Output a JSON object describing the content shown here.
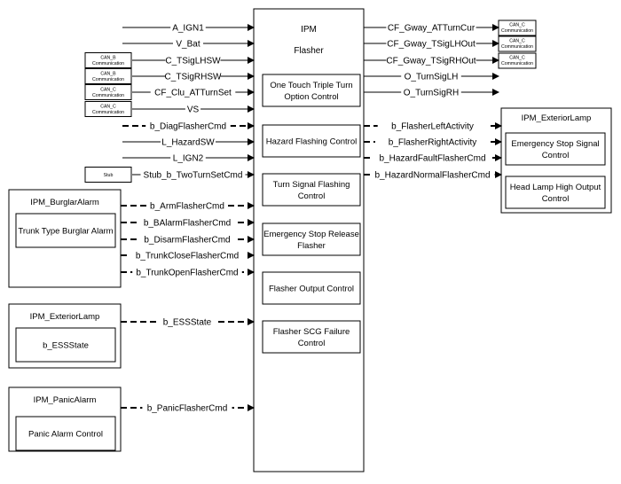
{
  "main_block": {
    "title": "IPM",
    "subtitle": "Flasher",
    "functions": [
      [
        "One Touch Triple Turn",
        "Option Control"
      ],
      [
        "Hazard Flashing Control"
      ],
      [
        "Turn Signal Flashing",
        "Control"
      ],
      [
        "Emergency Stop Release",
        "Flasher"
      ],
      [
        "Flasher Output Control"
      ],
      [
        "Flasher SCG Failure",
        "Control"
      ]
    ]
  },
  "inputs": [
    {
      "label": "A_IGN1",
      "style": "solid",
      "source": ""
    },
    {
      "label": "V_Bat",
      "style": "solid",
      "source": ""
    },
    {
      "label": "C_TSigLHSW",
      "style": "solid",
      "source": "CAN_B Communication"
    },
    {
      "label": "C_TSigRHSW",
      "style": "solid",
      "source": "CAN_B Communication"
    },
    {
      "label": "CF_Clu_ATTurnSet",
      "style": "solid",
      "source": "CAN_C Communication"
    },
    {
      "label": "VS",
      "style": "solid",
      "source": "CAN_C Communication"
    },
    {
      "label": "b_DiagFlasherCmd",
      "style": "dashed",
      "source": ""
    },
    {
      "label": "L_HazardSW",
      "style": "solid",
      "source": ""
    },
    {
      "label": "L_IGN2",
      "style": "solid",
      "source": ""
    },
    {
      "label": "Stub_b_TwoTurnSetCmd",
      "style": "solid",
      "source": "Stub"
    }
  ],
  "outputs": [
    {
      "label": "CF_Gway_ATTurnCur",
      "style": "solid",
      "target": "CAN_C Communication"
    },
    {
      "label": "CF_Gway_TSigLHOut",
      "style": "solid",
      "target": "CAN_C Communication"
    },
    {
      "label": "CF_Gway_TSigRHOut",
      "style": "solid",
      "target": "CAN_C Communication"
    },
    {
      "label": "O_TurnSigLH",
      "style": "solid",
      "target": ""
    },
    {
      "label": "O_TurnSigRH",
      "style": "solid",
      "target": ""
    },
    {
      "label": "b_FlasherLeftActivity",
      "style": "dashed",
      "target": ""
    },
    {
      "label": "b_FlasherRightActivity",
      "style": "dashed",
      "target": ""
    },
    {
      "label": "b_HazardFaultFlasherCmd",
      "style": "dashed",
      "target": ""
    },
    {
      "label": "b_HazardNormalFlasherCmd",
      "style": "dashed",
      "target": ""
    }
  ],
  "left_modules": [
    {
      "title": "IPM_BurglarAlarm",
      "inner": [
        "Trunk Type Burglar Alarm"
      ],
      "signals": [
        {
          "label": "b_ArmFlasherCmd",
          "style": "dashed"
        },
        {
          "label": "b_BAlarmFlasherCmd",
          "style": "dashed"
        },
        {
          "label": "b_DisarmFlasherCmd",
          "style": "dashed"
        },
        {
          "label": "b_TrunkCloseFlasherCmd",
          "style": "dashed"
        },
        {
          "label": "b_TrunkOpenFlasherCmd",
          "style": "dashed"
        }
      ]
    },
    {
      "title": "IPM_ExteriorLamp",
      "inner": [
        "b_ESSState"
      ],
      "signals": [
        {
          "label": "b_ESSState",
          "style": "dashed"
        }
      ]
    },
    {
      "title": "IPM_PanicAlarm",
      "inner": [
        "Panic Alarm Control"
      ],
      "signals": [
        {
          "label": "b_PanicFlasherCmd",
          "style": "dashed"
        }
      ]
    }
  ],
  "right_module": {
    "title": "IPM_ExteriorLamp",
    "inner": [
      [
        "Emergency Stop Signal",
        "Control"
      ],
      [
        "Head Lamp High Output",
        "Control"
      ]
    ]
  }
}
